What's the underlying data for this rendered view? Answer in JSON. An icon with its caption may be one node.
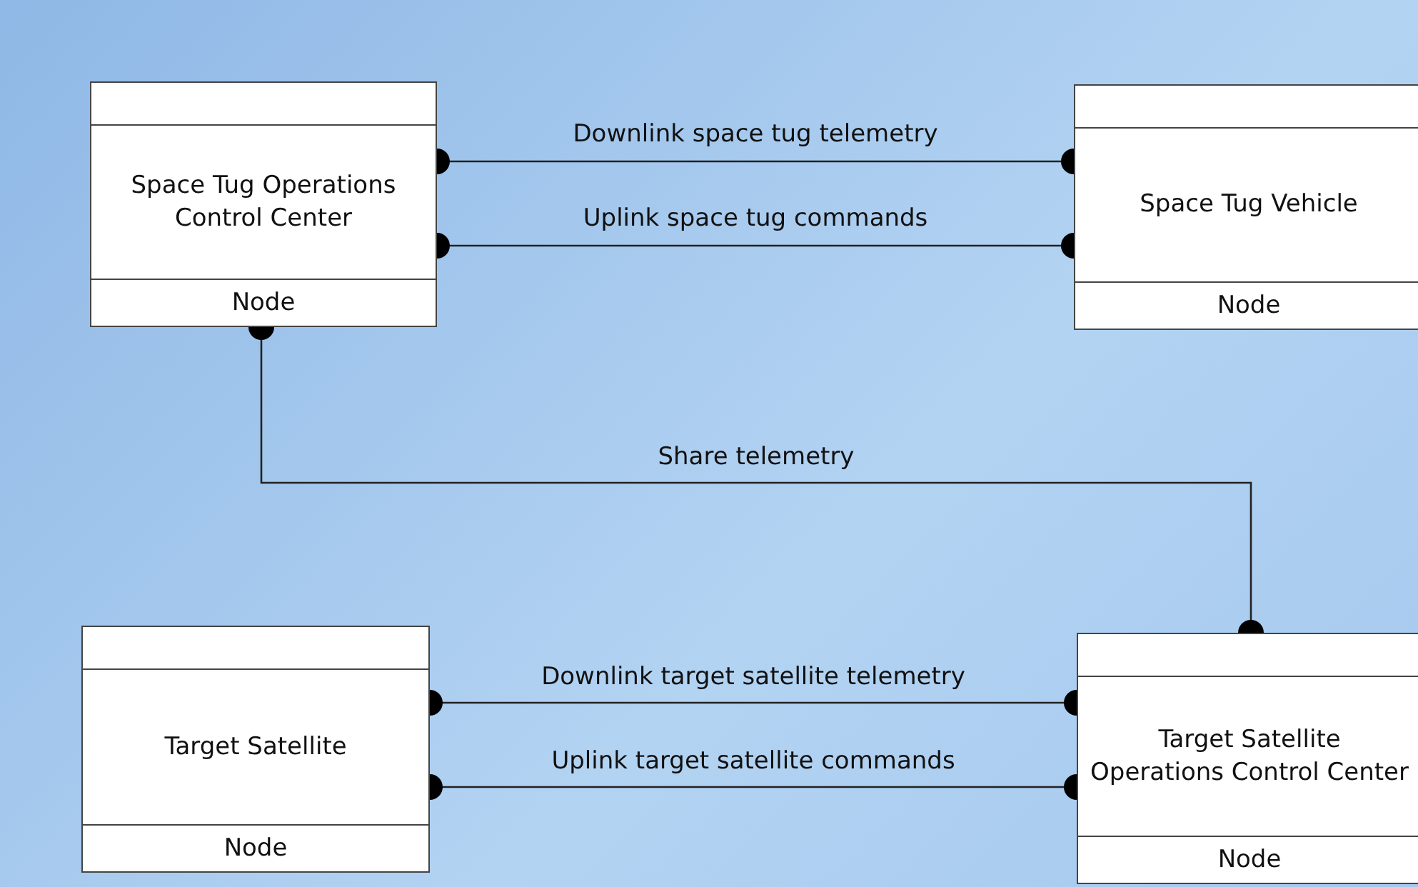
{
  "diagram": {
    "nodes": [
      {
        "text": [
          "Space Tug Operations Control Center",
          "Node"
        ]
      },
      {
        "text": [
          "Space Tug Vehicle",
          "Node"
        ]
      },
      {
        "text": [
          "Target Satellite",
          "Node"
        ]
      },
      {
        "text": [
          "Target Satellite Operations Control Center",
          "Node"
        ]
      }
    ],
    "edges": [
      {
        "from": 0,
        "to": 1,
        "arrow": "other",
        "label": "Downlink space tug telemetry"
      },
      {
        "from": 0,
        "to": 1,
        "arrow": "other",
        "label": "Uplink space tug commands"
      },
      {
        "from": 0,
        "to": 3,
        "arrow": "other",
        "label": "Share telemetry"
      },
      {
        "from": 2,
        "to": 3,
        "arrow": "other",
        "label": "Downlink target satellite telemetry"
      },
      {
        "from": 2,
        "to": 3,
        "arrow": "other",
        "label": "Uplink target satellite commands"
      }
    ]
  }
}
